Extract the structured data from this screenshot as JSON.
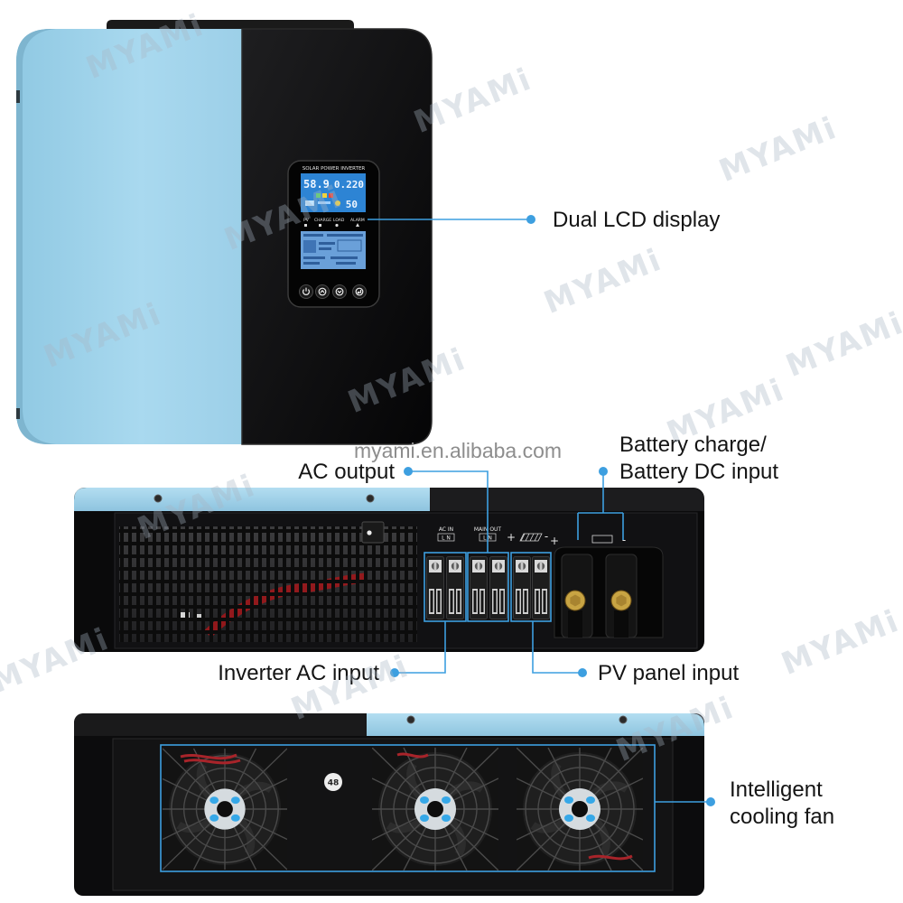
{
  "labels": {
    "lcd": "Dual LCD display",
    "battery_line1": "Battery charge/",
    "battery_line2": "Battery DC input",
    "ac_output": "AC output",
    "inverter_ac_input": "Inverter AC input",
    "pv_input": "PV panel input",
    "fan_line1": "Intelligent",
    "fan_line2": "cooling fan"
  },
  "watermark": {
    "brand": "MYAMi",
    "url": "myami.en.alibaba.com"
  },
  "lcd_panel": {
    "header": "SOLAR POWER INVERTER",
    "screen1": {
      "left_value": "58.9",
      "right_value": "0.220",
      "bottom_value": "50"
    },
    "indicators": [
      "PV",
      "CHARGE",
      "LOAD",
      "ALARM"
    ],
    "buttons": [
      "power-icon",
      "up-arrow-icon",
      "down-arrow-icon",
      "enter-icon"
    ]
  },
  "ports": {
    "ac_in": "AC IN",
    "main_out": "MAIN OUT",
    "line_neutral": "L N",
    "plus": "+",
    "minus": "-"
  },
  "fan_badge": "48",
  "colors": {
    "callout": "#3d9fe0",
    "panel_blue": "#a3d4ec",
    "body_black": "#0b0b0c",
    "terminal_gold": "#c8a443"
  }
}
